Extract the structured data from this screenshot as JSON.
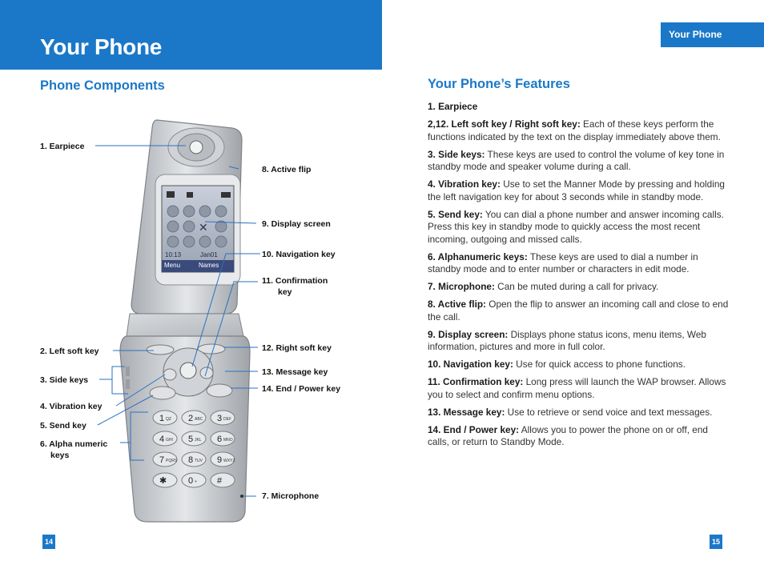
{
  "header": {
    "title": "Your Phone",
    "tab": "Your Phone"
  },
  "left": {
    "section_title": "Phone Components",
    "callouts": {
      "earpiece": "1. Earpiece",
      "active_flip": "8. Active flip",
      "display_screen": "9. Display screen",
      "navigation_key": "10. Navigation key",
      "confirmation_key_1": "11. Confirmation",
      "confirmation_key_2": "key",
      "right_soft_key": "12. Right soft key",
      "message_key": "13. Message key",
      "end_power_key": "14. End / Power key",
      "left_soft_key": "2. Left soft key",
      "side_keys": "3. Side keys",
      "vibration_key": "4. Vibration key",
      "send_key": "5. Send key",
      "alpha_numeric_1": "6. Alpha numeric",
      "alpha_numeric_2": "keys",
      "microphone": "7. Microphone"
    },
    "screen": {
      "time": "10:13",
      "date": "Jan01",
      "left_soft": "Menu",
      "right_soft": "Names"
    },
    "keypad": [
      {
        "d": "1",
        "l": "QZ"
      },
      {
        "d": "2",
        "l": "ABC"
      },
      {
        "d": "3",
        "l": "DEF"
      },
      {
        "d": "4",
        "l": "GHI"
      },
      {
        "d": "5",
        "l": "JKL"
      },
      {
        "d": "6",
        "l": "MNO"
      },
      {
        "d": "7",
        "l": "PQRS"
      },
      {
        "d": "8",
        "l": "TUV"
      },
      {
        "d": "9",
        "l": "WXYZ"
      },
      {
        "d": "✱",
        "l": ""
      },
      {
        "d": "0",
        "l": "+"
      },
      {
        "d": "#",
        "l": ""
      }
    ]
  },
  "right": {
    "section_title": "Your Phone’s Features",
    "features": [
      {
        "label": "1. Earpiece",
        "text": ""
      },
      {
        "label": "2,12. Left soft key / Right soft key:",
        "text": " Each of these keys perform the functions indicated by the text on the display immediately above them."
      },
      {
        "label": "3. Side keys:",
        "text": " These keys are used to control the volume of key tone in standby mode and speaker volume during a call."
      },
      {
        "label": "4. Vibration key:",
        "text": " Use to set the Manner Mode by pressing and holding the left navigation key for about 3 seconds while in standby mode."
      },
      {
        "label": "5. Send key:",
        "text": " You can dial a phone number and answer incoming calls. Press this key in standby mode to quickly access the most recent incoming, outgoing and missed calls."
      },
      {
        "label": "6. Alphanumeric keys:",
        "text": " These keys are used to dial a number in standby mode and to enter number or characters in edit mode."
      },
      {
        "label": "7. Microphone:",
        "text": " Can be muted during a call for privacy."
      },
      {
        "label": "8. Active flip:",
        "text": " Open the flip to answer an incoming call and close to end the call."
      },
      {
        "label": "9. Display screen:",
        "text": " Displays phone status icons, menu items, Web information, pictures and more in full color."
      },
      {
        "label": "10. Navigation key:",
        "text": " Use for quick access to phone functions."
      },
      {
        "label": "11. Confirmation key:",
        "text": " Long press will launch the WAP browser. Allows you to select and confirm menu options."
      },
      {
        "label": "13. Message key:",
        "text": " Use to retrieve or send voice and text messages."
      },
      {
        "label": "14. End / Power key:",
        "text": " Allows you to power the phone on or off, end calls, or return to Standby Mode."
      }
    ]
  },
  "footer": {
    "page_left": "14",
    "page_right": "15"
  }
}
